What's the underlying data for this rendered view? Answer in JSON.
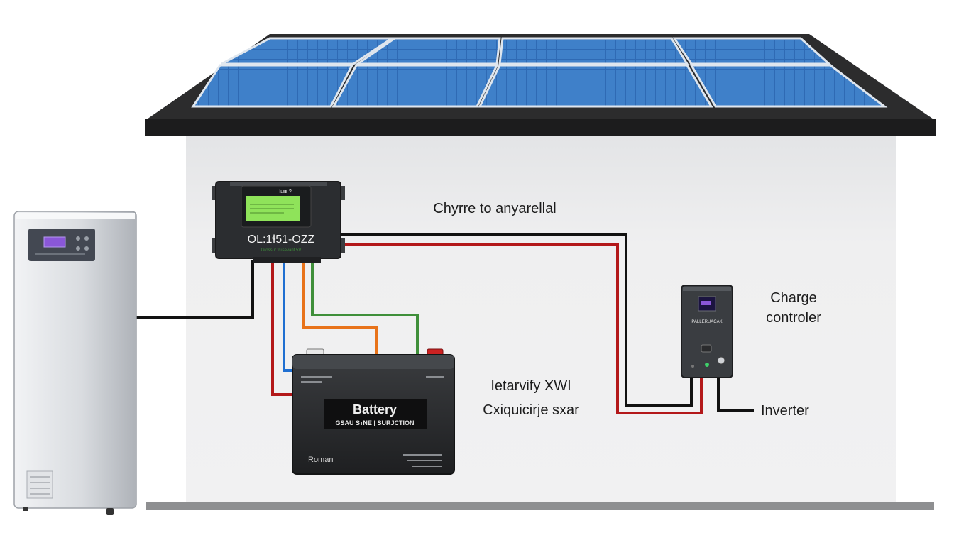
{
  "labels": {
    "connection_note": "Chyrre to anyarellal",
    "charge_controller_line1": "Charge",
    "charge_controller_line2": "controler",
    "inverter": "Inverter",
    "battery_caption_line1": "Ietarvify XWI",
    "battery_caption_line2": "Cxiquicirje sxar"
  },
  "controller_unit": {
    "screen_title": "Iʟᴇᴇ ?",
    "model_text": "OL:1ɬ51-OZZ",
    "sub_text": "Grossur trusevant 5V"
  },
  "battery": {
    "brand": "Battery",
    "band_text": "GSAU SᴛNE | SURJCTION",
    "maker": "Roman"
  },
  "small_device": {
    "label_text": "PALLERUACAK"
  },
  "colors": {
    "wire_black": "#111111",
    "wire_red": "#b3181a",
    "wire_blue": "#1f6fd1",
    "wire_orange": "#e8731a",
    "wire_green": "#3f8f3a",
    "screen_green": "#8fe35a",
    "screen_purple": "#8a57d8",
    "panel_blue": "#2d67b0"
  }
}
